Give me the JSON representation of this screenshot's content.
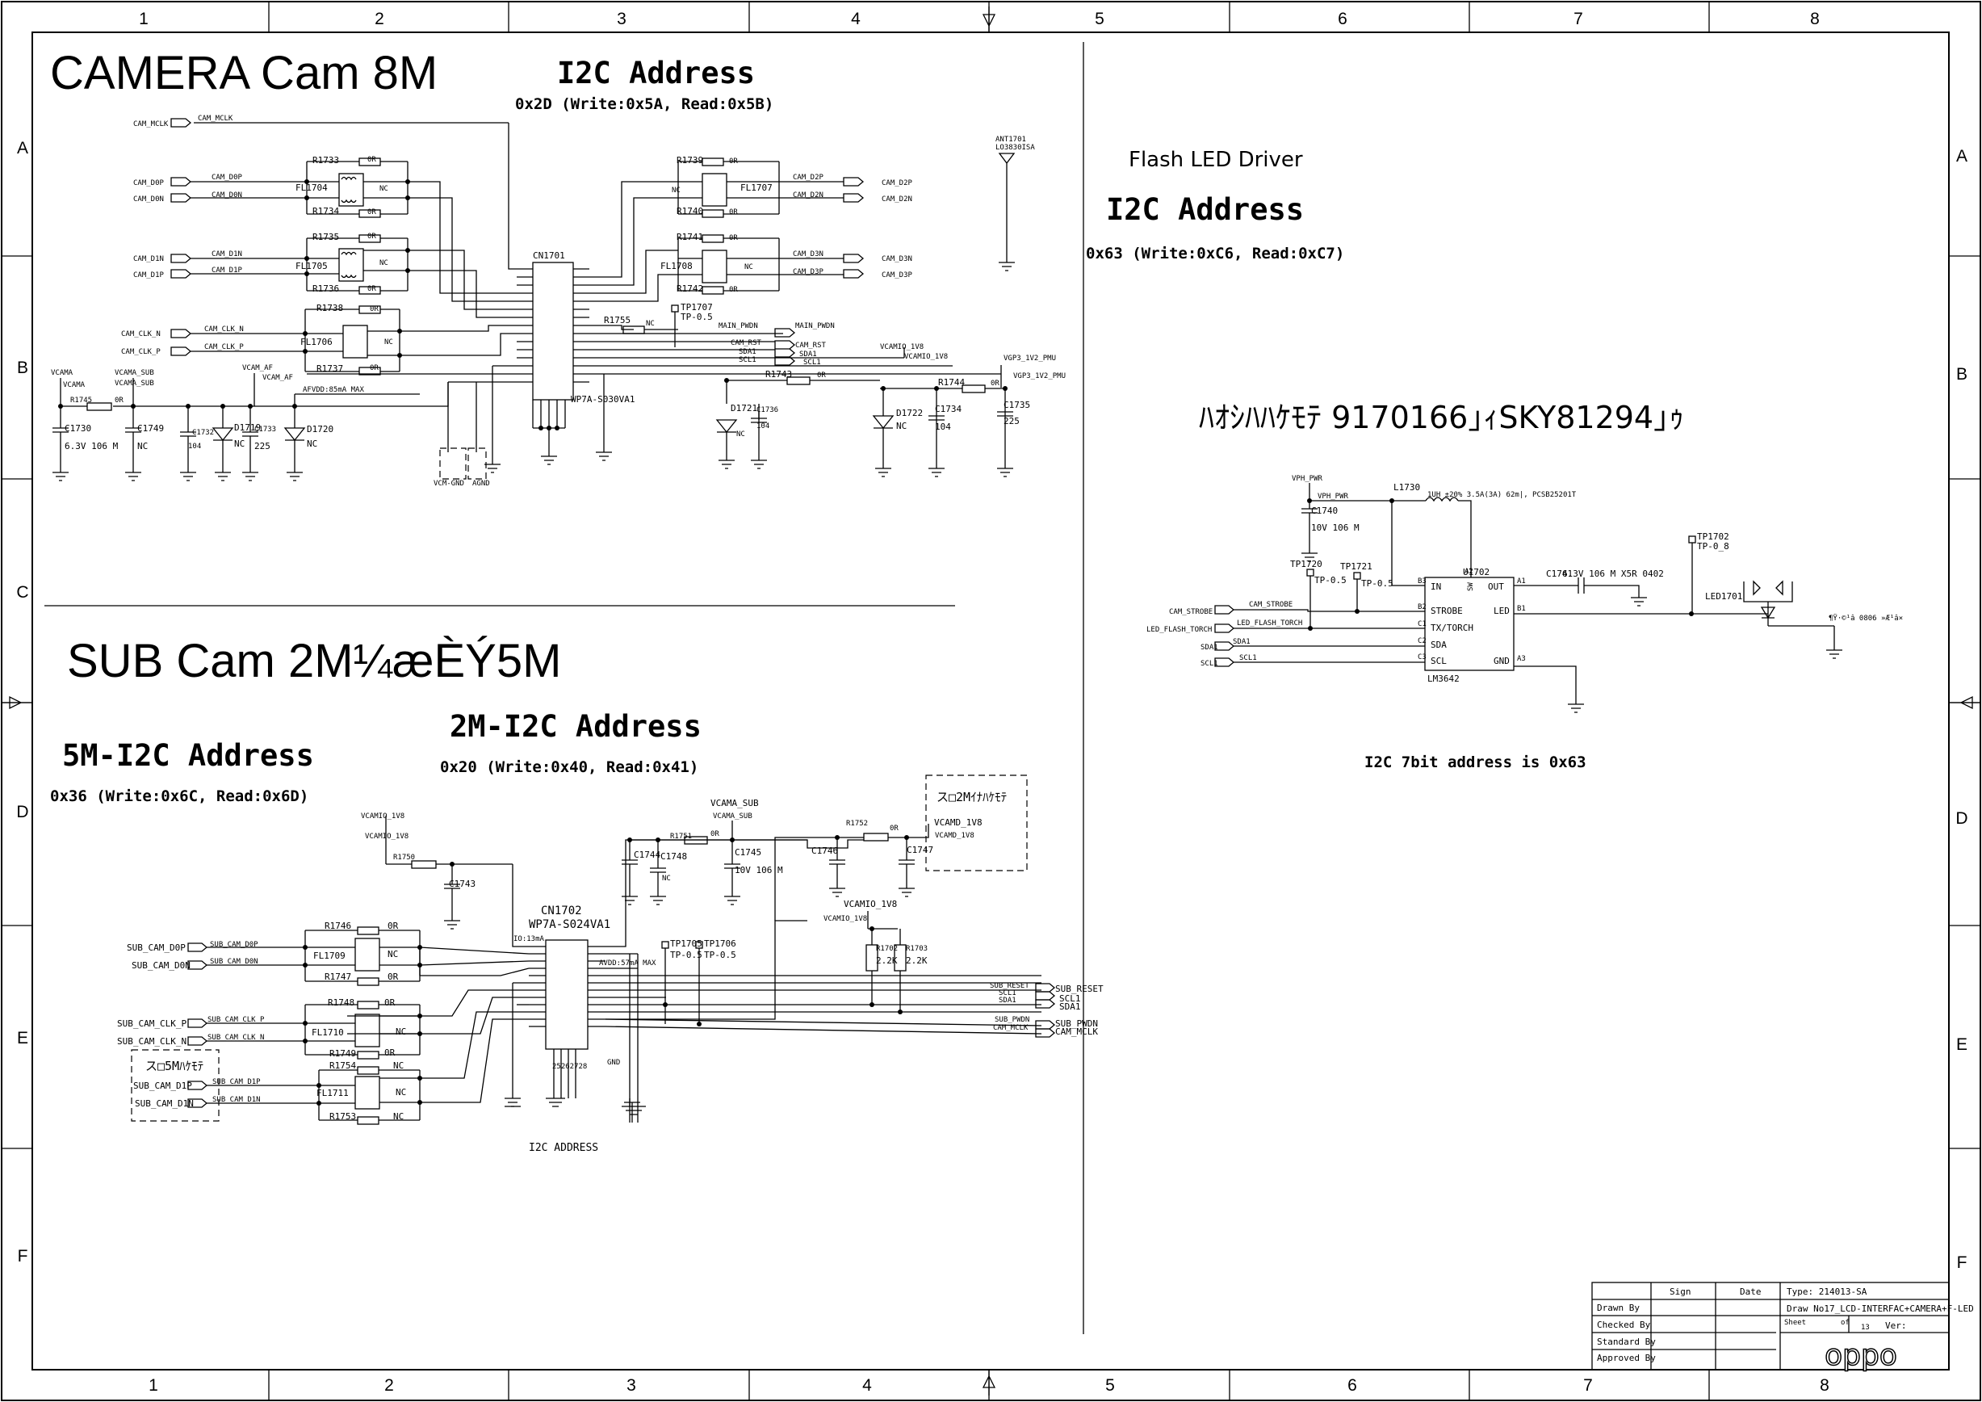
{
  "frame": {
    "columns": [
      "1",
      "2",
      "3",
      "4",
      "5",
      "6",
      "7",
      "8"
    ],
    "rows": [
      "A",
      "B",
      "C",
      "D",
      "E",
      "F"
    ]
  },
  "camera_section": {
    "title": "CAMERA Cam 8M",
    "i2c_title": "I2C Address",
    "i2c_value": "0x2D (Write:0x5A, Read:0x5B)",
    "connector": "CN1701",
    "connector_part": "WP7A-S030VA1",
    "antenna_ref": "ANT1701",
    "antenna_part": "LO3830ISA",
    "nets": {
      "mclk": "CAM_MCLK",
      "d0p": "CAM_D0P",
      "d0n": "CAM_D0N",
      "d1n": "CAM_D1N",
      "d1p": "CAM_D1P",
      "clkn": "CAM_CLK_N",
      "clkp": "CAM_CLK_P",
      "d2p": "CAM_D2P",
      "d2n": "CAM_D2N",
      "d3n": "CAM_D3N",
      "d3p": "CAM_D3P",
      "vcama": "VCAMA",
      "vcama_sub": "VCAMA_SUB",
      "vcam_af": "VCAM_AF",
      "main_pwdn": "MAIN_PWDN",
      "cam_rst": "CAM_RST",
      "sda1": "SDA1",
      "scl1": "SCL1",
      "vcamio": "VCAMIO_1V8",
      "vgp3": "VGP3_1V2_PMU",
      "afvdd": "AFVDD:85mA MAX",
      "vcm_gnd": "VCM-GND",
      "agnd": "AGND"
    },
    "parts": {
      "r1733": "R1733",
      "r1734": "R1734",
      "r1735": "R1735",
      "r1736": "R1736",
      "r1737": "R1737",
      "r1738": "R1738",
      "r1739": "R1739",
      "r1740": "R1740",
      "r1741": "R1741",
      "r1742": "R1742",
      "r1743": "R1743",
      "r1744": "R1744",
      "r1745": "R1745",
      "r1755": "R1755",
      "fl1704": "FL1704",
      "fl1705": "FL1705",
      "fl1706": "FL1706",
      "fl1707": "FL1707",
      "fl1708": "FL1708",
      "tp1707": "TP1707",
      "tp05": "TP-0.5",
      "c1730": "C1730",
      "c1730v": "6.3V 106 M",
      "c1749": "C1749",
      "c1732": "C1732",
      "c1733": "C1733",
      "c1734": "C1734",
      "c1735": "C1735",
      "c1736": "C1736",
      "d1719": "D1719",
      "d1720": "D1720",
      "d1721": "D1721",
      "d1722": "D1722",
      "zero_r": "0R",
      "nc": "NC",
      "v104": "104",
      "v225": "225"
    }
  },
  "flash_section": {
    "title": "Flash LED Driver",
    "i2c_title": "I2C Address",
    "i2c_value": "0x63 (Write:0xC6, Read:0xC7)",
    "garbled": "ﾊｵｼﾊﾊｹﾓﾃ   9170166｣ｨSKY81294｣ｩ",
    "ic": "U1702",
    "ic_part": "LM3642",
    "pins": {
      "in": "IN",
      "sw": "SW",
      "out": "OUT",
      "strobe": "STROBE",
      "torch": "TX/TORCH",
      "led": "LED",
      "sda": "SDA",
      "scl": "SCL",
      "gnd": "GND",
      "b3": "B3",
      "a2": "A2",
      "a1": "A1",
      "b2": "B2",
      "c1": "C1",
      "b1": "B1",
      "c2": "C2",
      "c3": "C3",
      "a3": "A3"
    },
    "nets": {
      "vph": "VPH_PWR",
      "strobe": "CAM_STROBE",
      "torch": "LED_FLASH_TORCH",
      "sda": "SDA1",
      "scl": "SCL1"
    },
    "parts": {
      "l1730": "L1730",
      "l1730_spec": "1UH  ±20% 3.5A(3A) 62m|, PCSB25201T",
      "c1740": "C1740",
      "c1740v": "10V 106 M",
      "c1741": "C1741",
      "c1741v": "6.3V 106 M X5R 0402",
      "tp1720": "TP1720",
      "tp1721": "TP1721",
      "tp1702": "TP1702",
      "tp05": "TP-0.5",
      "tp08": "TP-0_8",
      "led": "LED1701",
      "led_note": "¶Ÿ·©¹â 0806 »Æ¹â×"
    },
    "footer": "I2C 7bit address is 0x63"
  },
  "sub_section": {
    "title": "SUB Cam 2M¼æÈÝ5M",
    "i2c5_title": "5M-I2C Address",
    "i2c5_value": "0x36 (Write:0x6C, Read:0x6D)",
    "i2c2_title": "2M-I2C Address",
    "i2c2_value": "0x20 (Write:0x40, Read:0x41)",
    "connector": "CN1702",
    "connector_part": "WP7A-S024VA1",
    "note_2m": "ス□2Mｲﾅﾊｹﾓﾃ",
    "note_5m": "ス□5Mﾊｹﾓﾃ",
    "i2c_label": "I2C ADDRESS",
    "nets": {
      "d0p": "SUB_CAM_D0P",
      "d0n": "SUB_CAM_D0N",
      "clkp": "SUB_CAM_CLK_P",
      "clkn": "SUB_CAM_CLK_N",
      "d1p": "SUB_CAM_D1P",
      "d1n": "SUB_CAM_D1N",
      "vcamio": "VCAMIO_1V8",
      "vcama_sub": "VCAMA_SUB",
      "vcamd": "VCAMD_1V8",
      "reset": "SUB_RESET",
      "scl": "SCL1",
      "sda": "SDA1",
      "pwdn": "SUB_PWDN",
      "mclk": "CAM_MCLK",
      "io": "IO:13mA",
      "avdd": "AVDD:57mA MAX",
      "gnd": "GND",
      "pins": "25262728"
    },
    "parts": {
      "r1746": "R1746",
      "r1747": "R1747",
      "r1748": "R1748",
      "r1749": "R1749",
      "r1750": "R1750",
      "r1751": "R1751",
      "r1752": "R1752",
      "r1753": "R1753",
      "r1754": "R1754",
      "r1702": "R1702",
      "r1703": "R1703",
      "v22k": "2.2K",
      "fl1709": "FL1709",
      "fl1710": "FL1710",
      "fl1711": "FL1711",
      "c1743": "C1743",
      "c1744": "C1744",
      "c1745": "C1745",
      "c1745v": "10V 106 M",
      "c1746": "C1746",
      "c1747": "C1747",
      "c1748": "C1748",
      "tp1705": "TP1705",
      "tp1706": "TP1706",
      "tp05": "TP-0.5"
    }
  },
  "title_block": {
    "sign": "Sign",
    "date": "Date",
    "type": "Type: 214013-SA",
    "drawn_by": "Drawn By",
    "draw_no": "Draw No17_LCD-INTERFAC+CAMERA+F-LED",
    "checked_by": "Checked By",
    "sheet": "Sheet",
    "of": "of",
    "sheet_no": "13",
    "ver": "Ver:",
    "standard_by": "Standard By",
    "approved_by": "Approved By",
    "logo": "oppo"
  }
}
